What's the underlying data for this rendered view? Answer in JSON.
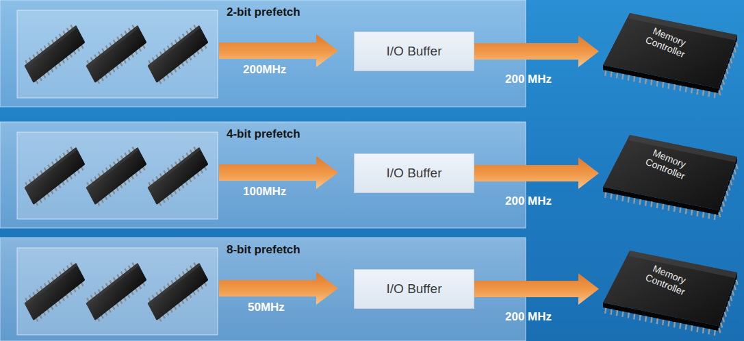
{
  "diagram": {
    "nodes": [
      {
        "text": [
          "I/O Buffer"
        ]
      },
      {
        "text": [
          "Memory Controller"
        ]
      },
      {
        "text": [
          "I/O Buffer"
        ]
      },
      {
        "text": [
          "Memory Controller"
        ]
      },
      {
        "text": [
          "I/O Buffer"
        ]
      },
      {
        "text": [
          "Memory Controller"
        ]
      }
    ],
    "edges": [
      {
        "from": 0,
        "to": 1,
        "label": "200 MHz",
        "arrow": "to"
      },
      {
        "from": 2,
        "to": 3,
        "label": "200 MHz",
        "arrow": "to"
      },
      {
        "from": 4,
        "to": 5,
        "label": "200 MHz",
        "arrow": "to"
      }
    ],
    "labels": [
      "2-bit prefetch",
      "200MHz",
      "4-bit prefetch",
      "100MHz",
      "8-bit prefetch",
      "50MHz"
    ]
  }
}
